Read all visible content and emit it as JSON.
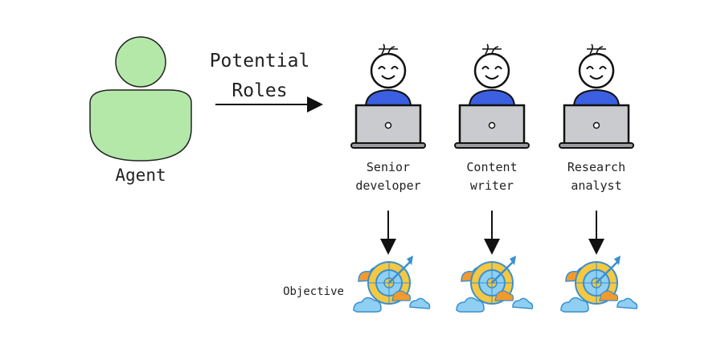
{
  "agent": {
    "label": "Agent"
  },
  "arrow_label": {
    "line1": "Potential",
    "line2": "Roles"
  },
  "roles": [
    {
      "line1": "Senior",
      "line2": "developer"
    },
    {
      "line1": "Content",
      "line2": "writer"
    },
    {
      "line1": "Research",
      "line2": "analyst"
    }
  ],
  "objective_label": "Objective",
  "colors": {
    "agent": "#b3e8a9",
    "shirt": "#3b5fe0",
    "laptop": "#c9cbcf",
    "target": "#f5c842",
    "cloud": "#5fb4e8",
    "orange": "#f29a2e"
  }
}
